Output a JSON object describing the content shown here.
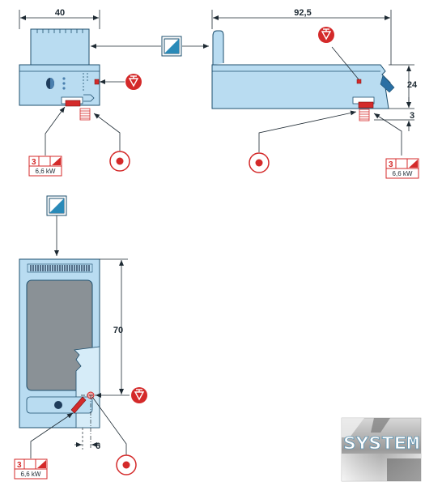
{
  "dimensions": {
    "width_front": "40",
    "depth_side": "92,5",
    "height_side": "24",
    "foot_side": "3",
    "height_top": "70",
    "offset_top": "6"
  },
  "power_labels": [
    {
      "phase": "3",
      "power": "6,6 kW"
    },
    {
      "phase": "3",
      "power": "6,6 kW"
    },
    {
      "phase": "3",
      "power": "6,6 kW"
    }
  ],
  "logo": {
    "text": "SYSTEM"
  },
  "icons": {
    "drain": "drain-valve-icon",
    "electrical": "electrical-connection-icon",
    "appliance_type": "fryer-symbol-icon"
  },
  "colors": {
    "appliance_fill": "#b9dcf1",
    "appliance_stroke": "#1e4f6e",
    "accent_red": "#d42a2a",
    "top_pan": "#8a9196",
    "symbol_fill": "#2a8ab8"
  }
}
